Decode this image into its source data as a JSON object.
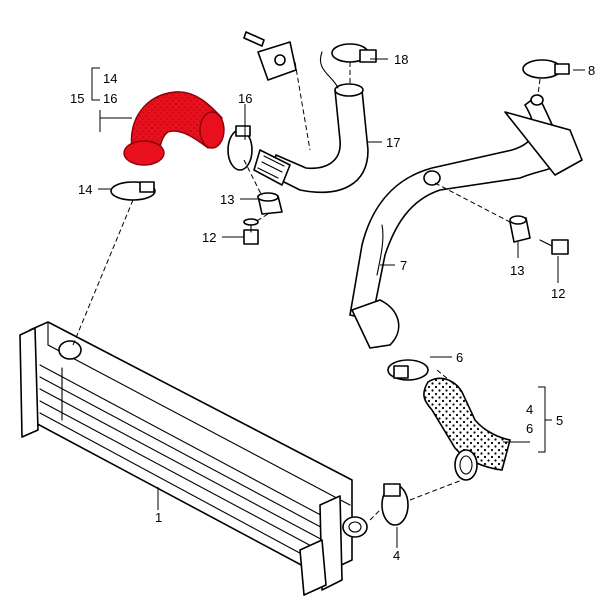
{
  "highlight_color": "#e8101c",
  "callouts": {
    "c14_group": "14",
    "c15": "15",
    "c16_group": "16",
    "c16_clamp": "16",
    "c18": "18",
    "c17": "17",
    "c14_clamp": "14",
    "c13_left": "13",
    "c12_left": "12",
    "c8": "8",
    "c7": "7",
    "c13_right": "13",
    "c12_right": "12",
    "c6": "6",
    "c4_group": "4",
    "c6_group": "6",
    "c5": "5",
    "c1": "1",
    "c4_clamp": "4"
  }
}
